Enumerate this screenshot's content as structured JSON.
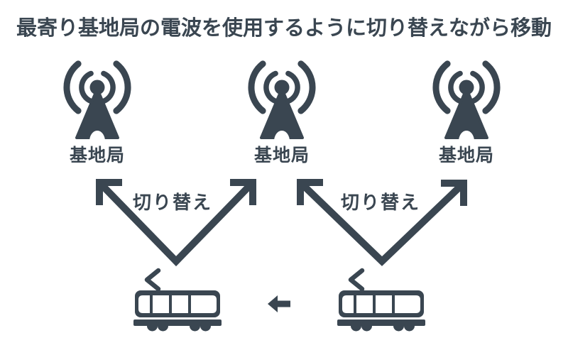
{
  "title": "最寄り基地局の電波を使用するように切り替えながら移動",
  "colors": {
    "ink": "#3a4651",
    "background": "#ffffff"
  },
  "base_stations": [
    {
      "label": "基地局"
    },
    {
      "label": "基地局"
    },
    {
      "label": "基地局"
    }
  ],
  "switch_arrows": [
    {
      "label": "切り替え"
    },
    {
      "label": "切り替え"
    }
  ],
  "movement": {
    "direction": "left"
  },
  "icons": [
    "base-station-icon",
    "base-station-icon",
    "base-station-icon",
    "train-icon",
    "train-icon",
    "movement-arrow-icon"
  ]
}
